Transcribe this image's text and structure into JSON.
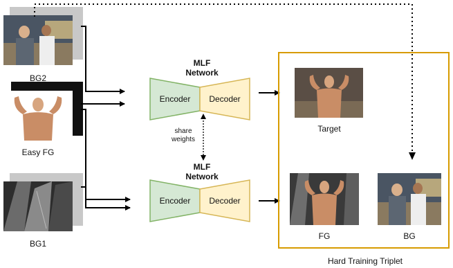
{
  "inputs": {
    "bg2": "BG2",
    "easy_fg": "Easy FG",
    "bg1": "BG1"
  },
  "network_top": {
    "title_line1": "MLF",
    "title_line2": "Network",
    "encoder": "Encoder",
    "decoder": "Decoder"
  },
  "share": {
    "line1": "share",
    "line2": "weights"
  },
  "network_bottom": {
    "title_line1": "MLF",
    "title_line2": "Network",
    "encoder": "Encoder",
    "decoder": "Decoder"
  },
  "triplet": {
    "target": "Target",
    "fg": "FG",
    "bg": "BG",
    "caption": "Hard Training Triplet"
  },
  "colors": {
    "encoder_fill": "#d5e8d4",
    "encoder_stroke": "#82b366",
    "decoder_fill": "#fff2cc",
    "decoder_stroke": "#d6b656",
    "triplet_border": "#d79b00"
  }
}
